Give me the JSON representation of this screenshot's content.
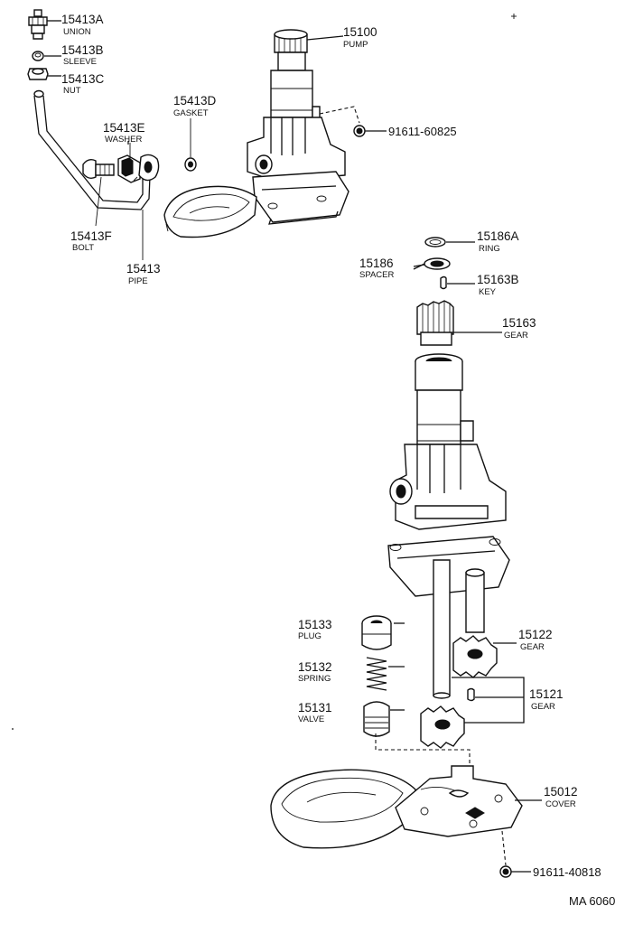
{
  "parts": [
    {
      "id": "15413A",
      "name": "UNION"
    },
    {
      "id": "15413B",
      "name": "SLEEVE"
    },
    {
      "id": "15413C",
      "name": "NUT"
    },
    {
      "id": "15413D",
      "name": "GASKET"
    },
    {
      "id": "15413E",
      "name": "WASHER"
    },
    {
      "id": "15413F",
      "name": "BOLT"
    },
    {
      "id": "15413",
      "name": "PIPE"
    },
    {
      "id": "15100",
      "name": "PUMP"
    },
    {
      "id": "15186A",
      "name": "RING"
    },
    {
      "id": "15186",
      "name": "SPACER"
    },
    {
      "id": "15163B",
      "name": "KEY"
    },
    {
      "id": "15163",
      "name": "GEAR"
    },
    {
      "id": "15133",
      "name": "PLUG"
    },
    {
      "id": "15132",
      "name": "SPRING"
    },
    {
      "id": "15131",
      "name": "VALVE"
    },
    {
      "id": "15122",
      "name": "GEAR"
    },
    {
      "id": "15121",
      "name": "GEAR"
    },
    {
      "id": "15012",
      "name": "COVER"
    }
  ],
  "bolts": [
    "91611-60825",
    "91611-40818"
  ],
  "drawing_code": "MA 6060"
}
